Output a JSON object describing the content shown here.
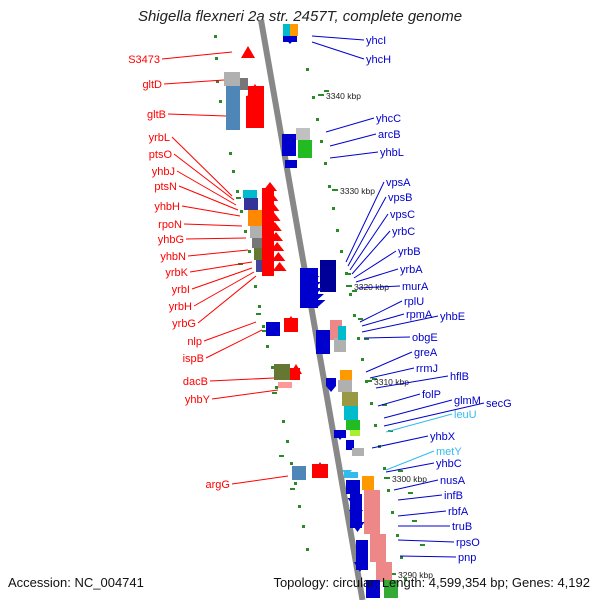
{
  "title": "Shigella flexneri 2a str. 2457T, complete genome",
  "footer": {
    "accession": "Accession: NC_004741",
    "summary": "Topology: circular; Length: 4,599,354 bp; Genes: 4,192"
  },
  "colors": {
    "left_strand_genes": "#ff0000",
    "right_strand_genes": "#0000cc",
    "rna_genes": "#33bbee",
    "backbone": "#888888",
    "tick": "#2a8a2a"
  },
  "kbp_labels": [
    "3340 kbp",
    "3330 kbp",
    "3320 kbp",
    "3310 kbp",
    "3300 kbp",
    "3290 kbp"
  ],
  "left_genes": [
    "S3473",
    "gltD",
    "gltB",
    "yrbL",
    "ptsO",
    "yhbJ",
    "ptsN",
    "yhbH",
    "rpoN",
    "yhbG",
    "yhbN",
    "yrbK",
    "yrbI",
    "yrbH",
    "yrbG",
    "nlp",
    "ispB",
    "dacB",
    "yhbY",
    "argG"
  ],
  "right_genes": [
    "yhcI",
    "yhcH",
    "yhcC",
    "arcB",
    "yhbL",
    "vpsA",
    "vpsB",
    "vpsC",
    "yrbC",
    "yrbB",
    "yrbA",
    "murA",
    "rplU",
    "rpmA",
    "yhbE",
    "obgE",
    "greA",
    "rrmJ",
    "hflB",
    "folP",
    "glmM",
    "secG",
    "leuU",
    "yhbX",
    "metY",
    "yhbC",
    "nusA",
    "infB",
    "rbfA",
    "truB",
    "rpsO",
    "pnp"
  ]
}
